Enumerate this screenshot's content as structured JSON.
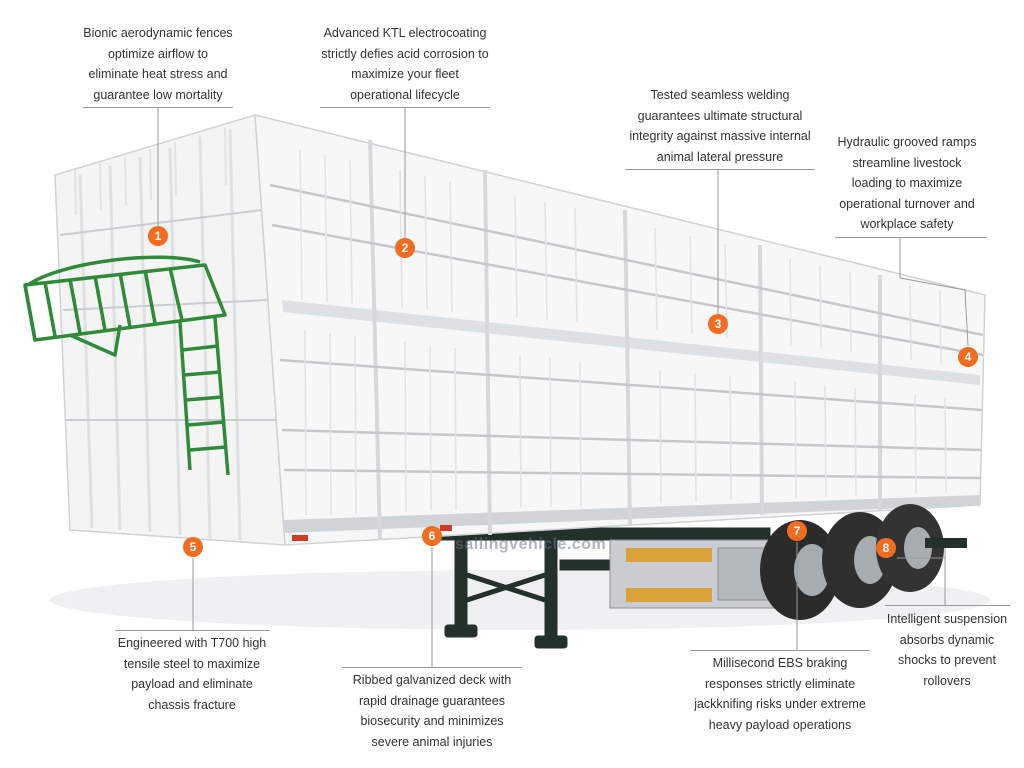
{
  "watermark": "sailingvehicle.com",
  "colors": {
    "marker": "#f26d21",
    "body": "#f4f4f4",
    "ladder": "#2f8a3a",
    "chassis": "#24302a"
  },
  "callouts": [
    {
      "id": 1,
      "lines": [
        "Bionic aerodynamic fences",
        "optimize airflow to",
        "eliminate heat stress and",
        "guarantee low mortality"
      ]
    },
    {
      "id": 2,
      "lines": [
        "Advanced KTL electrocoating",
        "strictly defies acid corrosion to",
        "maximize your fleet",
        "operational lifecycle"
      ]
    },
    {
      "id": 3,
      "lines": [
        "Tested seamless welding",
        "guarantees ultimate structural",
        "integrity against massive internal",
        "animal lateral pressure"
      ]
    },
    {
      "id": 4,
      "lines": [
        "Hydraulic grooved ramps",
        "streamline livestock",
        "loading to maximize",
        "operational turnover and",
        "workplace safety"
      ]
    },
    {
      "id": 5,
      "lines": [
        "Engineered with T700 high",
        "tensile steel to maximize",
        "payload and eliminate",
        "chassis fracture"
      ]
    },
    {
      "id": 6,
      "lines": [
        "Ribbed galvanized deck with",
        "rapid drainage guarantees",
        "biosecurity and minimizes",
        "severe animal injuries"
      ]
    },
    {
      "id": 7,
      "lines": [
        "Millisecond EBS braking",
        "responses strictly eliminate",
        "jackknifing risks under extreme",
        "heavy payload operations"
      ]
    },
    {
      "id": 8,
      "lines": [
        "Intelligent suspension",
        "absorbs dynamic",
        "shocks to prevent",
        "rollovers"
      ]
    }
  ]
}
